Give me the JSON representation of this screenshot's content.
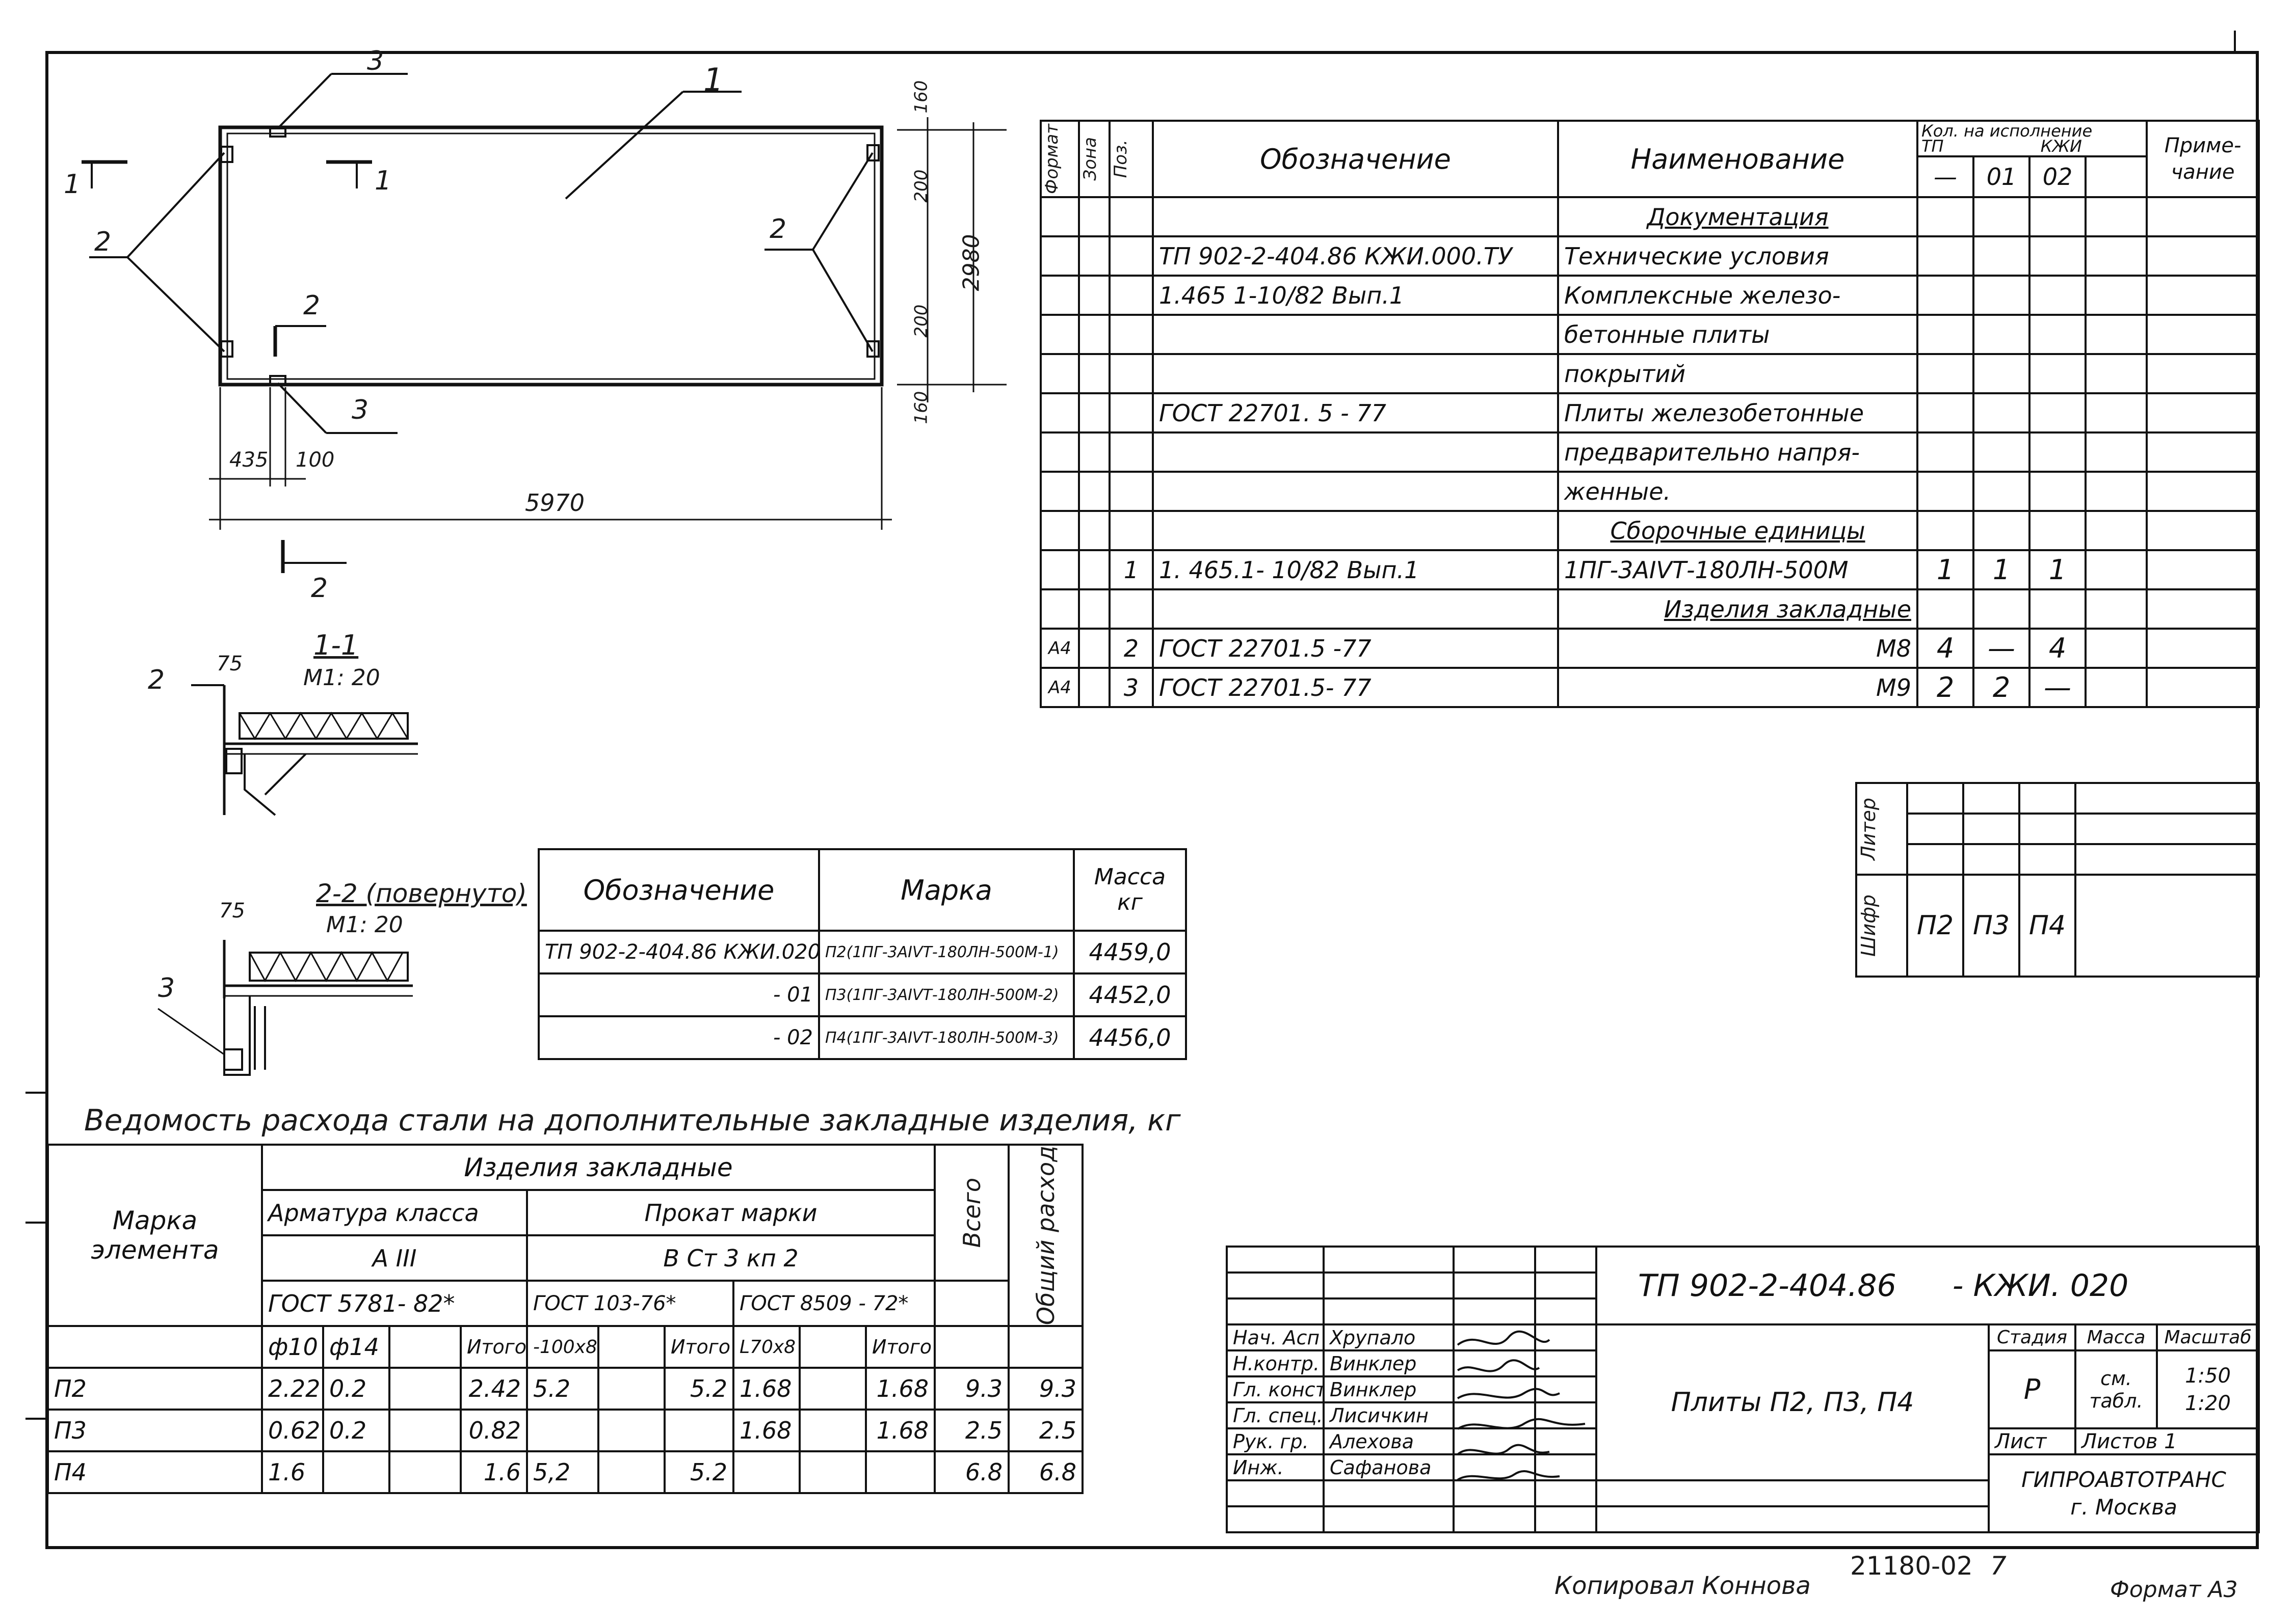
{
  "plan": {
    "labels": {
      "pos1": "1",
      "pos2_left": "2",
      "pos2_right": "2",
      "pos3_top": "3",
      "pos3_bottom": "3",
      "cut1_left": "1",
      "cut1_right": "1",
      "cut2_top": "2",
      "cut2_bottom": "2"
    },
    "dims": {
      "d160_top": "160",
      "d200_top": "200",
      "d2980": "2980",
      "d200_bottom": "200",
      "d160_bottom": "160",
      "d435": "435",
      "d100": "100",
      "d5970": "5970"
    }
  },
  "sections": {
    "s11": {
      "title": "1-1",
      "scale": "M1: 20",
      "dim": "75",
      "pos": "2"
    },
    "s22": {
      "title": "2-2 (повернуто)",
      "scale": "M1: 20",
      "dim": "75",
      "pos": "3"
    }
  },
  "spec": {
    "headers": {
      "format": "Формат",
      "zone": "Зона",
      "pos": "Поз.",
      "designation": "Обозначение",
      "name": "Наименование",
      "qty_label": "Кол. на исполнение",
      "qty_tp": "ТП",
      "qty_kzh": "КЖИ",
      "col_dash": "—",
      "col_01": "01",
      "col_02": "02",
      "note": "Приме-чание"
    },
    "rows": [
      {
        "format": "",
        "pos": "",
        "designation": "",
        "name": "Документация",
        "q0": "",
        "q1": "",
        "q2": "",
        "ul": true,
        "center": true
      },
      {
        "format": "",
        "pos": "",
        "designation": "ТП 902-2-404.86     КЖИ.000.ТУ",
        "name": "Технические условия",
        "q0": "",
        "q1": "",
        "q2": ""
      },
      {
        "format": "",
        "pos": "",
        "designation": "1.465 1-10/82 Вып.1",
        "name": "Комплексные железо-",
        "q0": "",
        "q1": "",
        "q2": ""
      },
      {
        "format": "",
        "pos": "",
        "designation": "",
        "name": "бетонные плиты",
        "q0": "",
        "q1": "",
        "q2": ""
      },
      {
        "format": "",
        "pos": "",
        "designation": "",
        "name": "покрытий",
        "q0": "",
        "q1": "",
        "q2": ""
      },
      {
        "format": "",
        "pos": "",
        "designation": "ГОСТ 22701. 5 - 77",
        "name": "Плиты железобетонные",
        "q0": "",
        "q1": "",
        "q2": ""
      },
      {
        "format": "",
        "pos": "",
        "designation": "",
        "name": "предварительно напря-",
        "q0": "",
        "q1": "",
        "q2": ""
      },
      {
        "format": "",
        "pos": "",
        "designation": "",
        "name": "женные.",
        "q0": "",
        "q1": "",
        "q2": ""
      },
      {
        "format": "",
        "pos": "",
        "designation": "",
        "name": "Сборочные единицы",
        "q0": "",
        "q1": "",
        "q2": "",
        "ul": true,
        "center": true
      },
      {
        "format": "",
        "pos": "1",
        "designation": "1. 465.1- 10/82 Вып.1",
        "name": "1ПГ-3АIVТ-180ЛН-500М",
        "q0": "1",
        "q1": "1",
        "q2": "1"
      },
      {
        "format": "",
        "pos": "",
        "designation": "",
        "name": "Изделия закладные",
        "q0": "",
        "q1": "",
        "q2": "",
        "ul": true,
        "right": true
      },
      {
        "format": "А4",
        "pos": "2",
        "designation": "ГОСТ 22701.5 -77",
        "name": "М8",
        "q0": "4",
        "q1": "—",
        "q2": "4",
        "right": true
      },
      {
        "format": "А4",
        "pos": "3",
        "designation": "ГОСТ 22701.5- 77",
        "name": "М9",
        "q0": "2",
        "q1": "2",
        "q2": "—",
        "right": true
      }
    ],
    "litera_label": "Литер",
    "shifr_label": "Шифр",
    "shifr_values": [
      "П2",
      "П3",
      "П4"
    ]
  },
  "mass": {
    "headers": {
      "designation": "Обозначение",
      "mark": "Марка",
      "mass": "Масса кг"
    },
    "rows": [
      {
        "designation": "ТП 902-2-404.86 КЖИ.020",
        "mark": "П2(1ПГ-3АIVТ-180ЛН-500М-1)",
        "mass": "4459,0"
      },
      {
        "designation": "- 01",
        "mark": "П3(1ПГ-3АIVТ-180ЛН-500М-2)",
        "mass": "4452,0"
      },
      {
        "designation": "- 02",
        "mark": "П4(1ПГ-3АIVТ-180ЛН-500М-3)",
        "mass": "4456,0"
      }
    ]
  },
  "steel": {
    "title": "Ведомость расхода стали на дополнительные закладные изделия, кг",
    "headers": {
      "element": "Марка элемента",
      "items": "Изделия закладные",
      "rebar": "Арматура класса",
      "rebar_cls": "А III",
      "rebar_gost": "ГОСТ 5781- 82*",
      "rolled": "Прокат марки",
      "rolled_cls": "В Ст 3 кп 2",
      "gost1": "ГОСТ 103-76*",
      "gost2": "ГОСТ 8509 - 72*",
      "total": "Всего",
      "overall": "Общий расход",
      "f10": "ф10",
      "f14": "ф14",
      "itogo": "Итого",
      "s100": "-100х8",
      "l70": "L70х8"
    },
    "rows": [
      {
        "mark": "П2",
        "f10": "2.22",
        "f14": "0.2",
        "e": "",
        "it1": "2.42",
        "s100": "5.2",
        "e2": "",
        "it2": "5.2",
        "l70": "1.68",
        "e3": "",
        "it3": "1.68",
        "total": "9.3",
        "overall": "9.3"
      },
      {
        "mark": "П3",
        "f10": "0.62",
        "f14": "0.2",
        "e": "",
        "it1": "0.82",
        "s100": "",
        "e2": "",
        "it2": "",
        "l70": "1.68",
        "e3": "",
        "it3": "1.68",
        "total": "2.5",
        "overall": "2.5"
      },
      {
        "mark": "П4",
        "f10": "1.6",
        "f14": "",
        "e": "",
        "it1": "1.6",
        "s100": "5,2",
        "e2": "",
        "it2": "5.2",
        "l70": "",
        "e3": "",
        "it3": "",
        "total": "6.8",
        "overall": "6.8"
      }
    ]
  },
  "titleblock": {
    "code": "ТП 902-2-404.86",
    "code_suffix": "- КЖИ. 020",
    "name": "Плиты П2, П3, П4",
    "people": [
      {
        "role": "Нач. Асп",
        "name": "Хрупало"
      },
      {
        "role": "Н.контр.",
        "name": "Винклер"
      },
      {
        "role": "Гл. констр",
        "name": "Винклер"
      },
      {
        "role": "Гл. спец.",
        "name": "Лисичкин"
      },
      {
        "role": "Рук. гр.",
        "name": "Алехова"
      },
      {
        "role": "Инж.",
        "name": "Сафанова"
      }
    ],
    "stage_label": "Стадия",
    "mass_label": "Масса",
    "scale_label": "Масштаб",
    "stage": "Р",
    "mass_value": "см. табл.",
    "scale1": "1:50",
    "scale2": "1:20",
    "sheet_label": "Лист",
    "sheets_label": "Листов 1",
    "org1": "ГИПРОАВТОТРАНС",
    "org2": "г. Москва"
  },
  "footer": {
    "copied": "Копировал Коннова",
    "number": "21180-02",
    "page": "7",
    "format": "Формат А3"
  }
}
